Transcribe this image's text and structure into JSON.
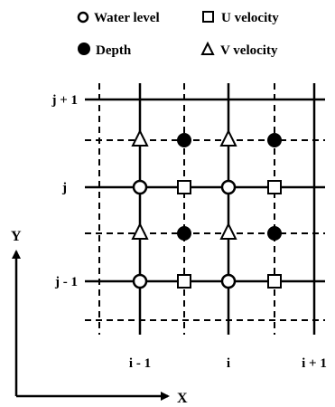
{
  "legend": {
    "water_level": "Water level",
    "u_velocity": "U velocity",
    "depth": "Depth",
    "v_velocity": "V velocity"
  },
  "row_labels": {
    "jp1": "j + 1",
    "j": "j",
    "jm1": "j - 1"
  },
  "col_labels": {
    "im1": "i - 1",
    "i": "i",
    "ip1": "i + 1"
  },
  "axes": {
    "x": "X",
    "y": "Y"
  },
  "colors": {
    "ink": "#000000",
    "paper": "#ffffff"
  },
  "grid": {
    "columns": [
      "i-1/2",
      "i-1",
      "i",
      "i+1/2",
      "i+1"
    ],
    "rows": [
      "j+1",
      "j+1/2",
      "j",
      "j-1/2",
      "j-1",
      "j-3/2"
    ],
    "nodes": [
      {
        "type": "v-velocity",
        "col": "i-1",
        "row": "j+1/2"
      },
      {
        "type": "depth",
        "col": "i-1/2",
        "row": "j+1/2"
      },
      {
        "type": "v-velocity",
        "col": "i",
        "row": "j+1/2"
      },
      {
        "type": "depth",
        "col": "i+1/2",
        "row": "j+1/2"
      },
      {
        "type": "water-level",
        "col": "i-1",
        "row": "j"
      },
      {
        "type": "u-velocity",
        "col": "i-1/2",
        "row": "j"
      },
      {
        "type": "water-level",
        "col": "i",
        "row": "j"
      },
      {
        "type": "u-velocity",
        "col": "i+1/2",
        "row": "j"
      },
      {
        "type": "v-velocity",
        "col": "i-1",
        "row": "j-1/2"
      },
      {
        "type": "depth",
        "col": "i-1/2",
        "row": "j-1/2"
      },
      {
        "type": "v-velocity",
        "col": "i",
        "row": "j-1/2"
      },
      {
        "type": "depth",
        "col": "i+1/2",
        "row": "j-1/2"
      },
      {
        "type": "water-level",
        "col": "i-1",
        "row": "j-1"
      },
      {
        "type": "u-velocity",
        "col": "i-1/2",
        "row": "j-1"
      },
      {
        "type": "water-level",
        "col": "i",
        "row": "j-1"
      },
      {
        "type": "u-velocity",
        "col": "i+1/2",
        "row": "j-1"
      }
    ]
  }
}
